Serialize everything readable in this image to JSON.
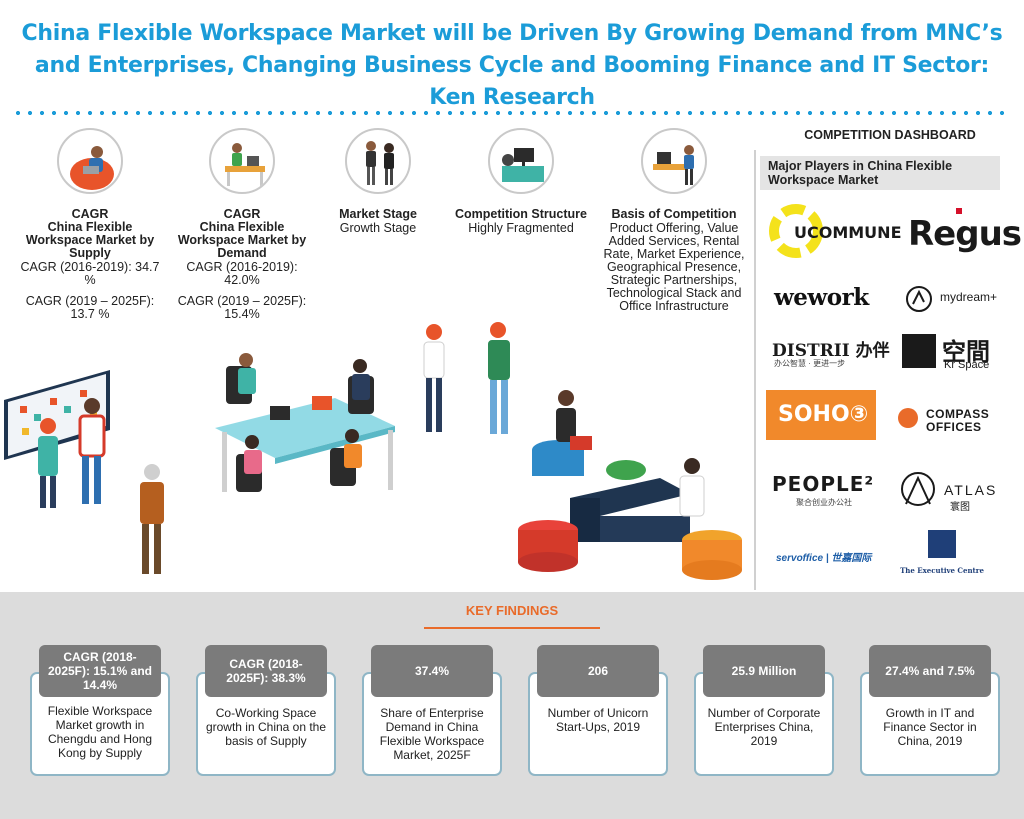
{
  "title": "China Flexible Workspace Market will be Driven By Growing Demand from MNC’s and Enterprises, Changing Business Cycle and Booming Finance and IT Sector: Ken Research",
  "stats": [
    {
      "label": "CAGR",
      "sublabel": "China Flexible Workspace Market by Supply",
      "value1": "CAGR (2016-2019): 34.7 %",
      "value2": "CAGR (2019 – 2025F): 13.7 %"
    },
    {
      "label": "CAGR",
      "sublabel": "China Flexible Workspace Market by Demand",
      "value1": "CAGR (2016-2019): 42.0%",
      "value2": "CAGR (2019 – 2025F): 15.4%"
    },
    {
      "label": "Market Stage",
      "value1": "Growth Stage"
    },
    {
      "label": "Competition  Structure",
      "value1": "Highly Fragmented"
    },
    {
      "label": "Basis of Competition",
      "value1": "Product Offering, Value Added Services, Rental Rate, Market Experience, Geographical Presence, Strategic Partnerships, Technological Stack and Office Infrastructure"
    }
  ],
  "dashboard": {
    "title": "COMPETITION DASHBOARD",
    "subtitle": "Major Players in China Flexible Workspace Market",
    "logos": {
      "ucommune": "UCOMMUNE",
      "regus": "Regus",
      "wework": "wework",
      "mydream": "mydream+",
      "distrii": "DISTRII 办伴",
      "distrii_sub": "办公智慧 · 更进一步",
      "krspace": "空間",
      "krspace_sub": "Kr Space",
      "soho": "SOHO③",
      "compass1": "COMPASS",
      "compass2": "OFFICES",
      "people": "PEOPLE²",
      "people_sub": "聚合创业办公社",
      "atlas": "ATLAS",
      "atlas_sub": "寰图",
      "servoffice": "servoffice | 世嘉国际",
      "executive": "The Executive Centre"
    },
    "colors": {
      "ucommune": "#f4e21b",
      "regus": "#1a1a1a",
      "soho": "#f1892b",
      "compass": "#e96b2a"
    }
  },
  "findings": {
    "title": "KEY FINDINGS",
    "cards": [
      {
        "head": "CAGR (2018-2025F): 15.1% and 14.4%",
        "text": "Flexible Workspace Market growth in Chengdu and Hong Kong by Supply"
      },
      {
        "head": "CAGR (2018-2025F): 38.3%",
        "text": "Co-Working Space growth in China on the basis of Supply"
      },
      {
        "head": "37.4%",
        "text": "Share of Enterprise Demand in China Flexible Workspace Market, 2025F"
      },
      {
        "head": "206",
        "text": "Number of  Unicorn Start-Ups, 2019"
      },
      {
        "head": "25.9 Million",
        "text": "Number of Corporate Enterprises  China, 2019"
      },
      {
        "head": "27.4% and 7.5%",
        "text": "Growth in IT  and Finance Sector in China, 2019"
      }
    ]
  },
  "colors": {
    "title": "#1b9cd8",
    "accent": "#e96b2a",
    "card_head": "#7b7b7b"
  }
}
